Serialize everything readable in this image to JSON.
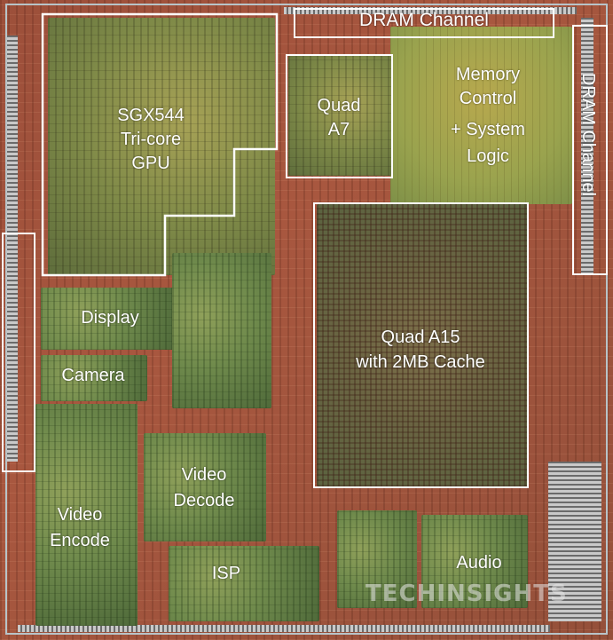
{
  "image": {
    "description_free": true
  },
  "labels": {
    "dram_top": "DRAM Channel",
    "dram_right": "DRAM Channel",
    "gpu": [
      "SGX544",
      "Tri-core",
      "GPU"
    ],
    "quad_a7": [
      "Quad",
      "A7"
    ],
    "memory": [
      "Memory",
      "Control",
      "+ System",
      "Logic"
    ],
    "a15": [
      "Quad A15",
      "with 2MB Cache"
    ],
    "display": "Display",
    "camera": "Camera",
    "video_decode": [
      "Video",
      "Decode"
    ],
    "video_encode": [
      "Video",
      "Encode"
    ],
    "isp": "ISP",
    "audio": "Audio"
  },
  "watermark": "TECHINSIGHTS",
  "colors": {
    "outline": "#ffffff",
    "routing": "#a8573f",
    "logic_green": "#6f8a4c"
  }
}
